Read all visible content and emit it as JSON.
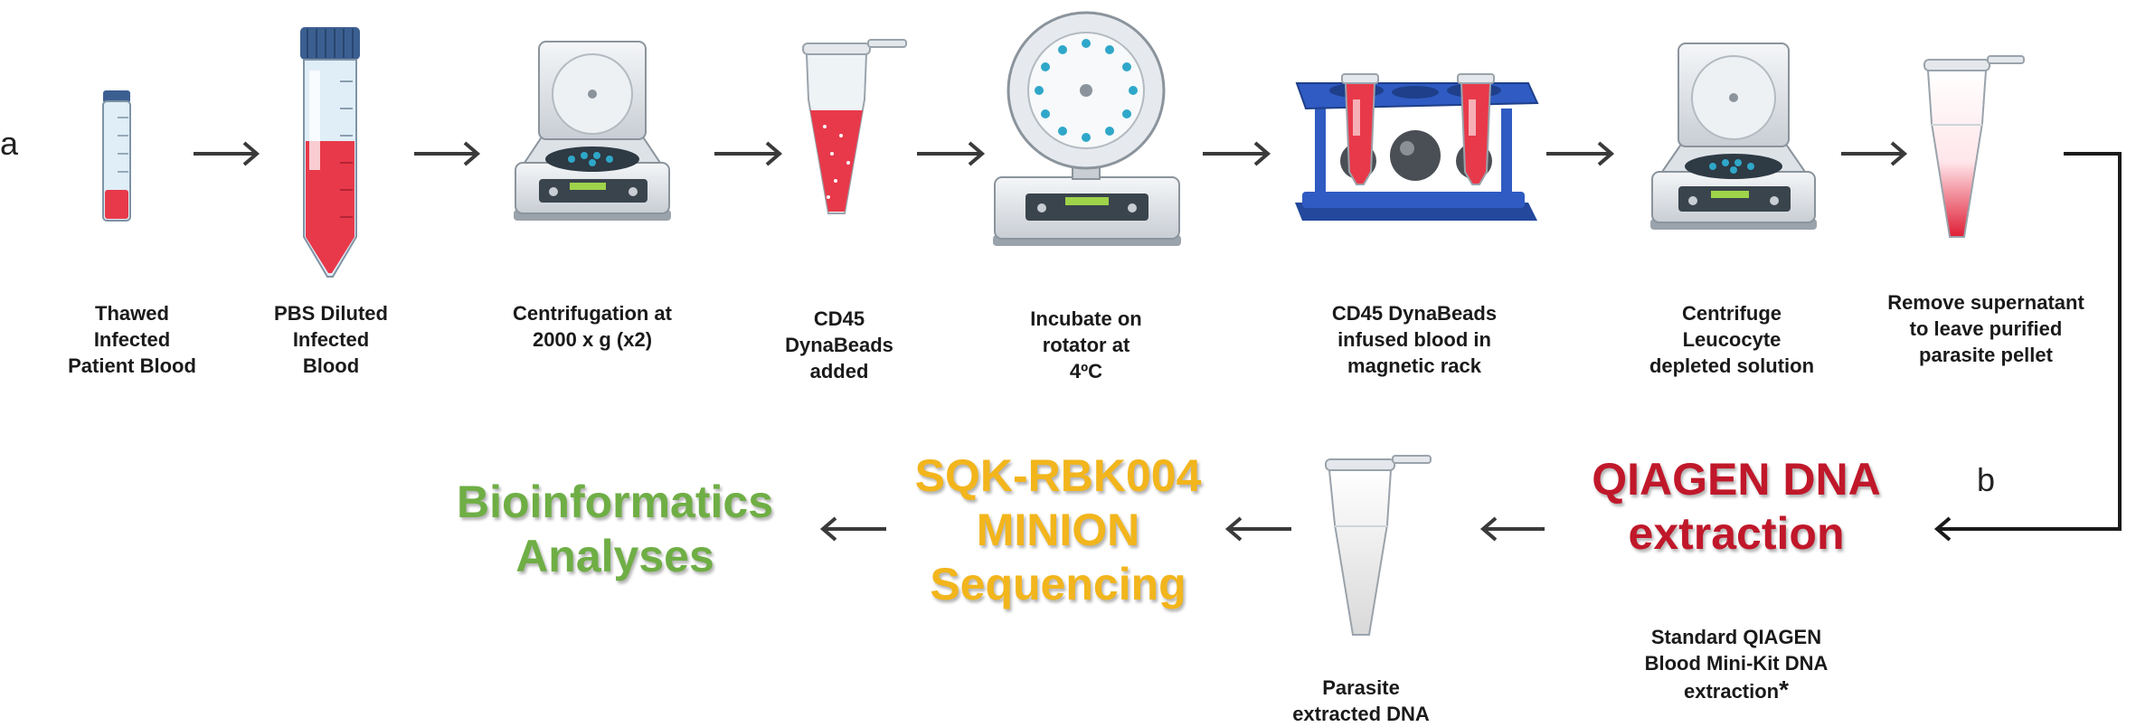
{
  "panels": {
    "a": "a",
    "b": "b"
  },
  "steps": [
    {
      "label": "Thawed\nInfected\nPatient Blood",
      "icon": "small-blood-tube-icon"
    },
    {
      "label": "PBS Diluted\nInfected\nBlood",
      "icon": "large-conical-tube-icon"
    },
    {
      "label": "Centrifugation at\n2000 x g (x2)",
      "icon": "centrifuge-icon"
    },
    {
      "label": "CD45\nDynaBeads\nadded",
      "icon": "microcentrifuge-tube-icon"
    },
    {
      "label": "Incubate on\nrotator at\n4ºC",
      "icon": "rotator-icon"
    },
    {
      "label": "CD45 DynaBeads\ninfused blood in\nmagnetic rack",
      "icon": "magnetic-rack-icon"
    },
    {
      "label": "Centrifuge\nLeucocyte\ndepleted solution",
      "icon": "centrifuge-icon"
    },
    {
      "label": "Remove supernatant\nto leave purified\nparasite pellet",
      "icon": "pellet-tube-icon"
    }
  ],
  "row2": {
    "qiagen_title": "QIAGEN DNA\nextraction",
    "qiagen_note": "Standard QIAGEN\nBlood Mini-Kit DNA\nextraction",
    "qiagen_note_mark": "*",
    "dna_label": "Parasite\nextracted DNA",
    "sequencing_title": "SQK-RBK004\nMINION\nSequencing",
    "bioinformatics_title": "Bioinformatics\nAnalyses"
  },
  "colors": {
    "blood": "#e8394a",
    "qiagen": "#c0182a",
    "sequencing": "#f2b51c",
    "bioinformatics": "#6fae45",
    "arrow": "#3a3a3a",
    "rack": "#2f5bc2"
  }
}
